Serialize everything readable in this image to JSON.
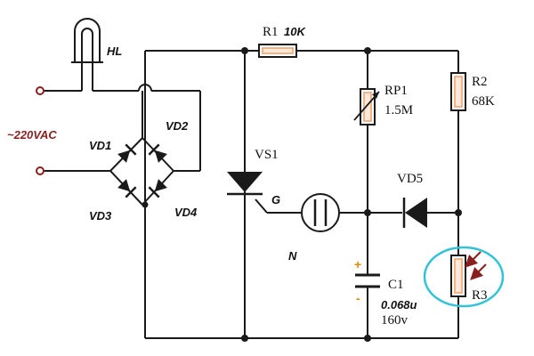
{
  "labels": {
    "hl": "HL",
    "ac": "~220VAC",
    "vd1": "VD1",
    "vd2": "VD2",
    "vd3": "VD3",
    "vd4": "VD4",
    "r1": "R1",
    "r1_value": "10K",
    "rp1": "RP1",
    "rp1_value": "1.5M",
    "r2": "R2",
    "r2_value": "68K",
    "vs1": "VS1",
    "gate": "G",
    "neon": "N",
    "vd5": "VD5",
    "c1": "C1",
    "c1_value": "0.068u",
    "c1_voltage": "160v",
    "c1_polarity_plus": "+",
    "c1_polarity_minus": "-",
    "r3": "R3"
  },
  "colors": {
    "wire": "#1a1a1a",
    "resistor_fill": "#fde9dc",
    "resistor_stroke": "#f2a36b",
    "ldr_arrows": "#8a1f1f",
    "highlight_circle": "#32c4d6",
    "capacitor_plus": "#e08a00",
    "ac_label": "#8a1f1f"
  },
  "icons": {
    "lamp": "lamp-icon",
    "diode": "diode-icon",
    "thyristor": "thyristor-icon",
    "neon": "neon-bulb-icon",
    "resistor": "resistor-icon",
    "potentiometer": "potentiometer-icon",
    "capacitor": "capacitor-icon",
    "photoresistor": "photoresistor-icon"
  }
}
